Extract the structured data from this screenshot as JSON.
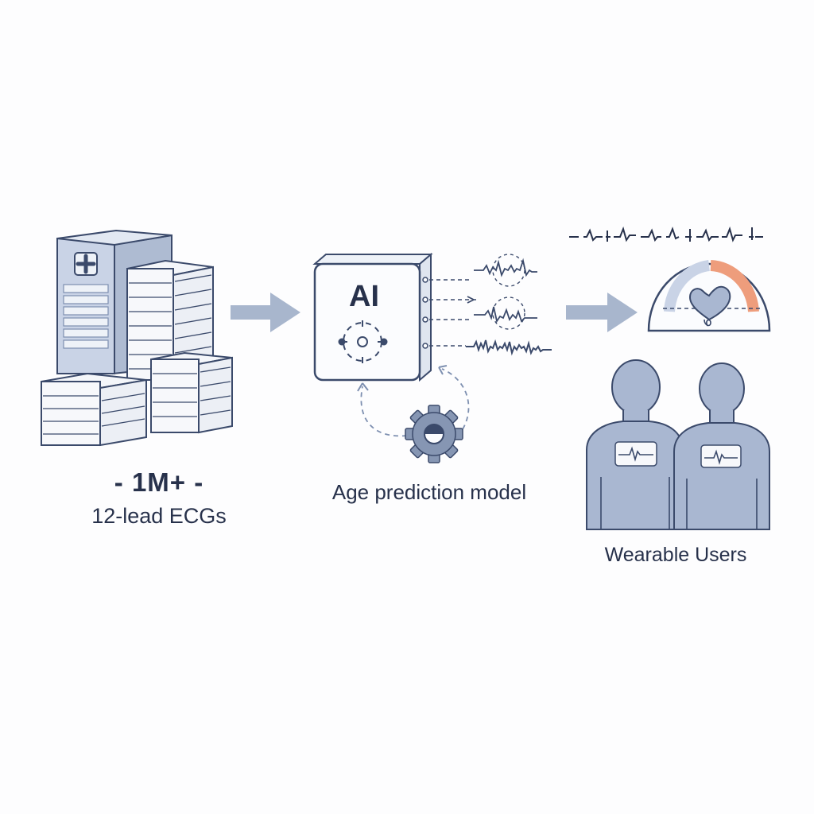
{
  "dataset": {
    "count": "- 1M+ -",
    "label": "12-lead ECGs"
  },
  "model": {
    "badge": "AI",
    "label": "Age prediction model"
  },
  "users": {
    "label": "Wearable Users"
  },
  "icons": {
    "hospital": "hospital-building-icon",
    "records": "ecg-record-stack-icon",
    "arrow": "right-arrow-icon",
    "model_box": "ai-model-box-icon",
    "gear": "gear-icon",
    "heart_gauge": "heart-gauge-icon",
    "person": "person-icon"
  },
  "colors": {
    "ink": "#27314b",
    "slate": "#7d8fb0",
    "arrow": "#a8b6cd",
    "person_fill": "#a9b7d1",
    "person_stroke": "#3b4a6b",
    "gauge_accent": "#ee9d7c",
    "gauge_cool": "#c9d3e6"
  }
}
